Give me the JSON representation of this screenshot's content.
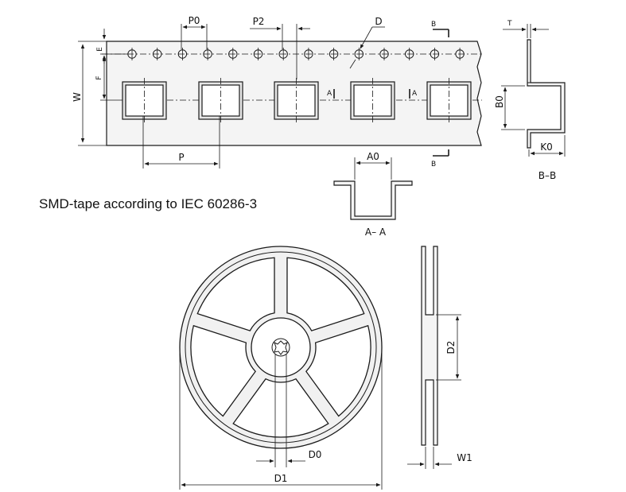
{
  "caption": "SMD-tape according to IEC 60286-3",
  "tape_view": {
    "dimension_labels": {
      "p0": "P0",
      "p2": "P2",
      "d": "D",
      "e": "E",
      "f": "F",
      "w": "W",
      "p": "P",
      "a0": "A0",
      "b0": "B0",
      "k0": "K0",
      "t": "T"
    },
    "section_markers": {
      "a_left": "A",
      "a_right": "A",
      "b_top": "B",
      "b_bottom": "B"
    }
  },
  "section_aa": {
    "title": "A– A"
  },
  "section_bb": {
    "title": "B–B"
  },
  "reel_view": {
    "dimension_labels": {
      "d0": "D0",
      "d1": "D1",
      "d2": "D2",
      "w1": "W1"
    }
  }
}
